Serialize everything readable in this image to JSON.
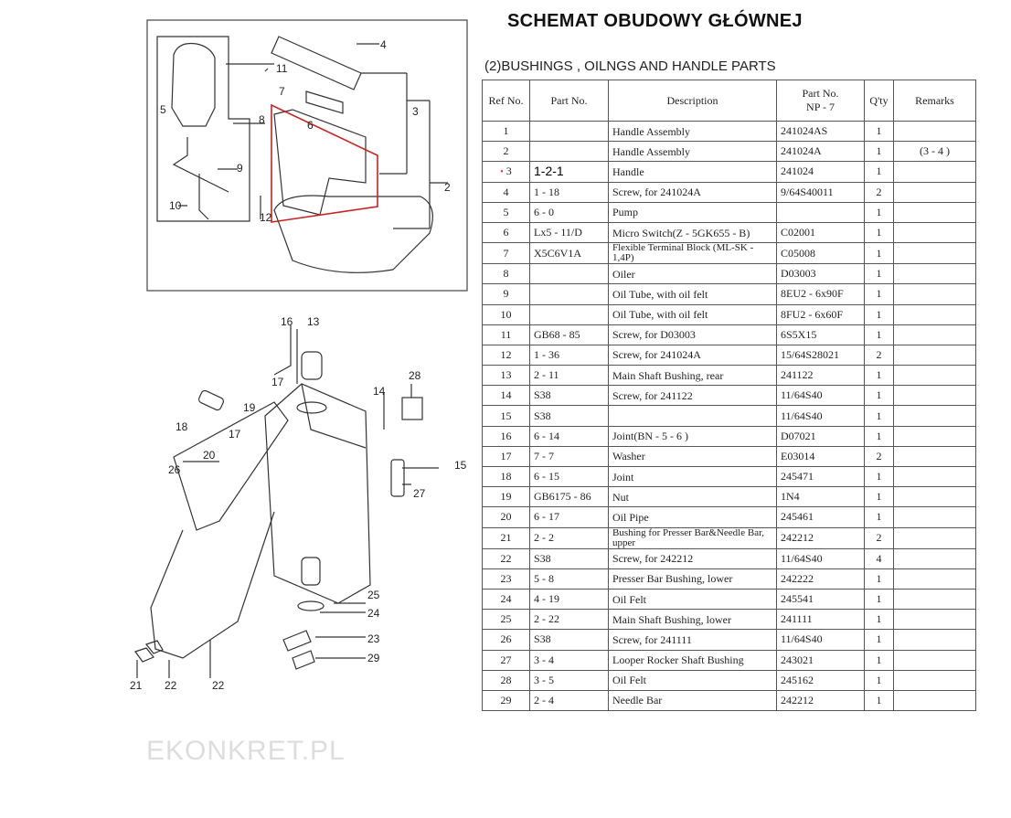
{
  "title": "SCHEMAT OBUDOWY GŁÓWNEJ",
  "subtitle": "(2)BUSHINGS , OILNGS AND HANDLE PARTS",
  "watermark": "EKONKRET.PL",
  "table": {
    "headers": [
      "Ref No.",
      "Part No.",
      "Description",
      "Part No.",
      "NP - 7",
      "Q'ty",
      "Remarks"
    ],
    "rows": [
      {
        "ref": "1",
        "part": "",
        "desc": "Handle Assembly",
        "np7": "241024AS",
        "qty": "1",
        "remarks": ""
      },
      {
        "ref": "2",
        "part": "",
        "desc": "Handle Assembly",
        "np7": "241024A",
        "qty": "1",
        "remarks": "(3 - 4 )"
      },
      {
        "ref": "3",
        "part": "1-2-1",
        "desc": "Handle",
        "np7": "241024",
        "qty": "1",
        "remarks": ""
      },
      {
        "ref": "4",
        "part": "1 - 18",
        "desc": "Screw, for 241024A",
        "np7": "9/64S40011",
        "qty": "2",
        "remarks": ""
      },
      {
        "ref": "5",
        "part": "6 - 0",
        "desc": "Pump",
        "np7": "",
        "qty": "1",
        "remarks": ""
      },
      {
        "ref": "6",
        "part": "Lx5 - 11/D",
        "desc": "Micro Switch(Z - 5GK655 - B)",
        "np7": "C02001",
        "qty": "1",
        "remarks": ""
      },
      {
        "ref": "7",
        "part": "X5C6V1A",
        "desc": "Flexible Terminal Block (ML-SK - 1,4P)",
        "np7": "C05008",
        "qty": "1",
        "remarks": ""
      },
      {
        "ref": "8",
        "part": "",
        "desc": "Oiler",
        "np7": "D03003",
        "qty": "1",
        "remarks": ""
      },
      {
        "ref": "9",
        "part": "",
        "desc": "Oil Tube, with oil felt",
        "np7": "8EU2 - 6x90F",
        "qty": "1",
        "remarks": ""
      },
      {
        "ref": "10",
        "part": "",
        "desc": "Oil Tube, with oil felt",
        "np7": "8FU2 - 6x60F",
        "qty": "1",
        "remarks": ""
      },
      {
        "ref": "11",
        "part": "GB68 - 85",
        "desc": "Screw, for D03003",
        "np7": "6S5X15",
        "qty": "1",
        "remarks": ""
      },
      {
        "ref": "12",
        "part": "1 - 36",
        "desc": "Screw, for 241024A",
        "np7": "15/64S28021",
        "qty": "2",
        "remarks": ""
      },
      {
        "ref": "13",
        "part": "2 - 11",
        "desc": "Main Shaft Bushing, rear",
        "np7": "241122",
        "qty": "1",
        "remarks": ""
      },
      {
        "ref": "14",
        "part": "S38",
        "desc": "Screw, for 241122",
        "np7": "11/64S40",
        "qty": "1",
        "remarks": ""
      },
      {
        "ref": "15",
        "part": "S38",
        "desc": "",
        "np7": "11/64S40",
        "qty": "1",
        "remarks": ""
      },
      {
        "ref": "16",
        "part": "6 - 14",
        "desc": "Joint(BN - 5 - 6 )",
        "np7": "D07021",
        "qty": "1",
        "remarks": ""
      },
      {
        "ref": "17",
        "part": "7 - 7",
        "desc": "Washer",
        "np7": "E03014",
        "qty": "2",
        "remarks": ""
      },
      {
        "ref": "18",
        "part": "6 - 15",
        "desc": "Joint",
        "np7": "245471",
        "qty": "1",
        "remarks": ""
      },
      {
        "ref": "19",
        "part": "GB6175 - 86",
        "desc": "Nut",
        "np7": "1N4",
        "qty": "1",
        "remarks": ""
      },
      {
        "ref": "20",
        "part": "6 - 17",
        "desc": "Oil Pipe",
        "np7": "245461",
        "qty": "1",
        "remarks": ""
      },
      {
        "ref": "21",
        "part": "2 - 2",
        "desc": "Bushing for Presser Bar&Needle Bar, upper",
        "np7": "242212",
        "qty": "2",
        "remarks": ""
      },
      {
        "ref": "22",
        "part": "S38",
        "desc": "Screw, for 242212",
        "np7": "11/64S40",
        "qty": "4",
        "remarks": ""
      },
      {
        "ref": "23",
        "part": "5 - 8",
        "desc": "Presser Bar Bushing, lower",
        "np7": "242222",
        "qty": "1",
        "remarks": ""
      },
      {
        "ref": "24",
        "part": "4 - 19",
        "desc": "Oil Felt",
        "np7": "245541",
        "qty": "1",
        "remarks": ""
      },
      {
        "ref": "25",
        "part": "2 - 22",
        "desc": "Main Shaft Bushing, lower",
        "np7": "241111",
        "qty": "1",
        "remarks": ""
      },
      {
        "ref": "26",
        "part": "S38",
        "desc": "Screw, for 241111",
        "np7": "11/64S40",
        "qty": "1",
        "remarks": ""
      },
      {
        "ref": "27",
        "part": "3 - 4",
        "desc": "Looper Rocker Shaft Bushing",
        "np7": "243021",
        "qty": "1",
        "remarks": ""
      },
      {
        "ref": "28",
        "part": "3 - 5",
        "desc": "Oil Felt",
        "np7": "245162",
        "qty": "1",
        "remarks": ""
      },
      {
        "ref": "29",
        "part": "2 - 4",
        "desc": "Needle Bar",
        "np7": "242212",
        "qty": "1",
        "remarks": ""
      }
    ]
  },
  "diagram_top_callouts": [
    "4",
    "11",
    "7",
    "6",
    "5",
    "8",
    "3",
    "9",
    "2",
    "10",
    "12"
  ],
  "diagram_bottom_callouts": [
    "16",
    "13",
    "28",
    "17",
    "14",
    "18",
    "19",
    "17",
    "20",
    "26",
    "15",
    "27",
    "25",
    "24",
    "23",
    "29",
    "21",
    "22",
    "22"
  ]
}
